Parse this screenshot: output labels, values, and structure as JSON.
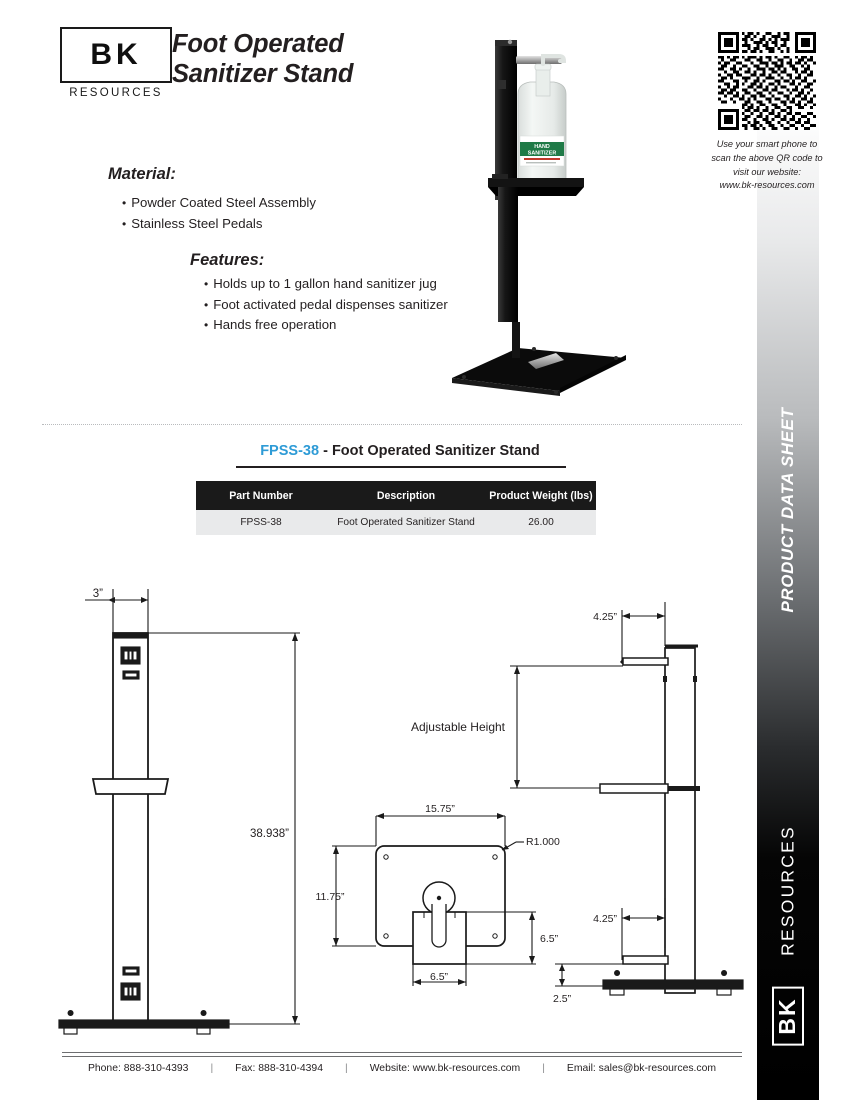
{
  "brand": {
    "logo_text": "BK",
    "logo_sub": "RESOURCES"
  },
  "header": {
    "title_line1": "Foot Operated",
    "title_line2": "Sanitizer Stand"
  },
  "qr": {
    "caption_line1": "Use your smart phone to",
    "caption_line2": "scan the above QR code to",
    "caption_line3": "visit our website:",
    "caption_line4": "www.bk-resources.com"
  },
  "material": {
    "heading": "Material:",
    "items": [
      "Powder Coated Steel Assembly",
      "Stainless Steel Pedals"
    ]
  },
  "features": {
    "heading": "Features:",
    "items": [
      "Holds up to 1 gallon hand sanitizer jug",
      "Foot activated pedal dispenses sanitizer",
      "Hands free operation"
    ]
  },
  "photo": {
    "bottle_label_line1": "HAND",
    "bottle_label_line2": "SANITIZER"
  },
  "table": {
    "title_part": "FPSS-38",
    "title_dash": " - ",
    "title_desc": "Foot Operated Sanitizer Stand",
    "accent_color": "#2e9bd6",
    "headers": [
      "Part Number",
      "Description",
      "Product Weight (lbs)"
    ],
    "rows": [
      [
        "FPSS-38",
        "Foot Operated Sanitizer Stand",
        "26.00"
      ]
    ]
  },
  "drawings": {
    "front": {
      "width_dim": "3”",
      "height_dim": "38.938”"
    },
    "base": {
      "width_dim": "15.75”",
      "depth_dim": "11.75”",
      "radius_dim": "R1.000",
      "pedal_width_dim": "6.5”",
      "pedal_height_dim": "6.5”"
    },
    "side": {
      "top_offset_dim": "4.25”",
      "adjustable_label": "Adjustable Height",
      "lower_offset_dim": "4.25”",
      "base_height_dim": "2.5”"
    }
  },
  "sidebar": {
    "label": "PRODUCT DATA SHEET",
    "resources": "RESOURCES",
    "logo": "BK"
  },
  "footer": {
    "phone": "Phone: 888-310-4393",
    "fax": "Fax: 888-310-4394",
    "website": "Website: www.bk-resources.com",
    "email": "Email: sales@bk-resources.com",
    "separator": "|"
  }
}
